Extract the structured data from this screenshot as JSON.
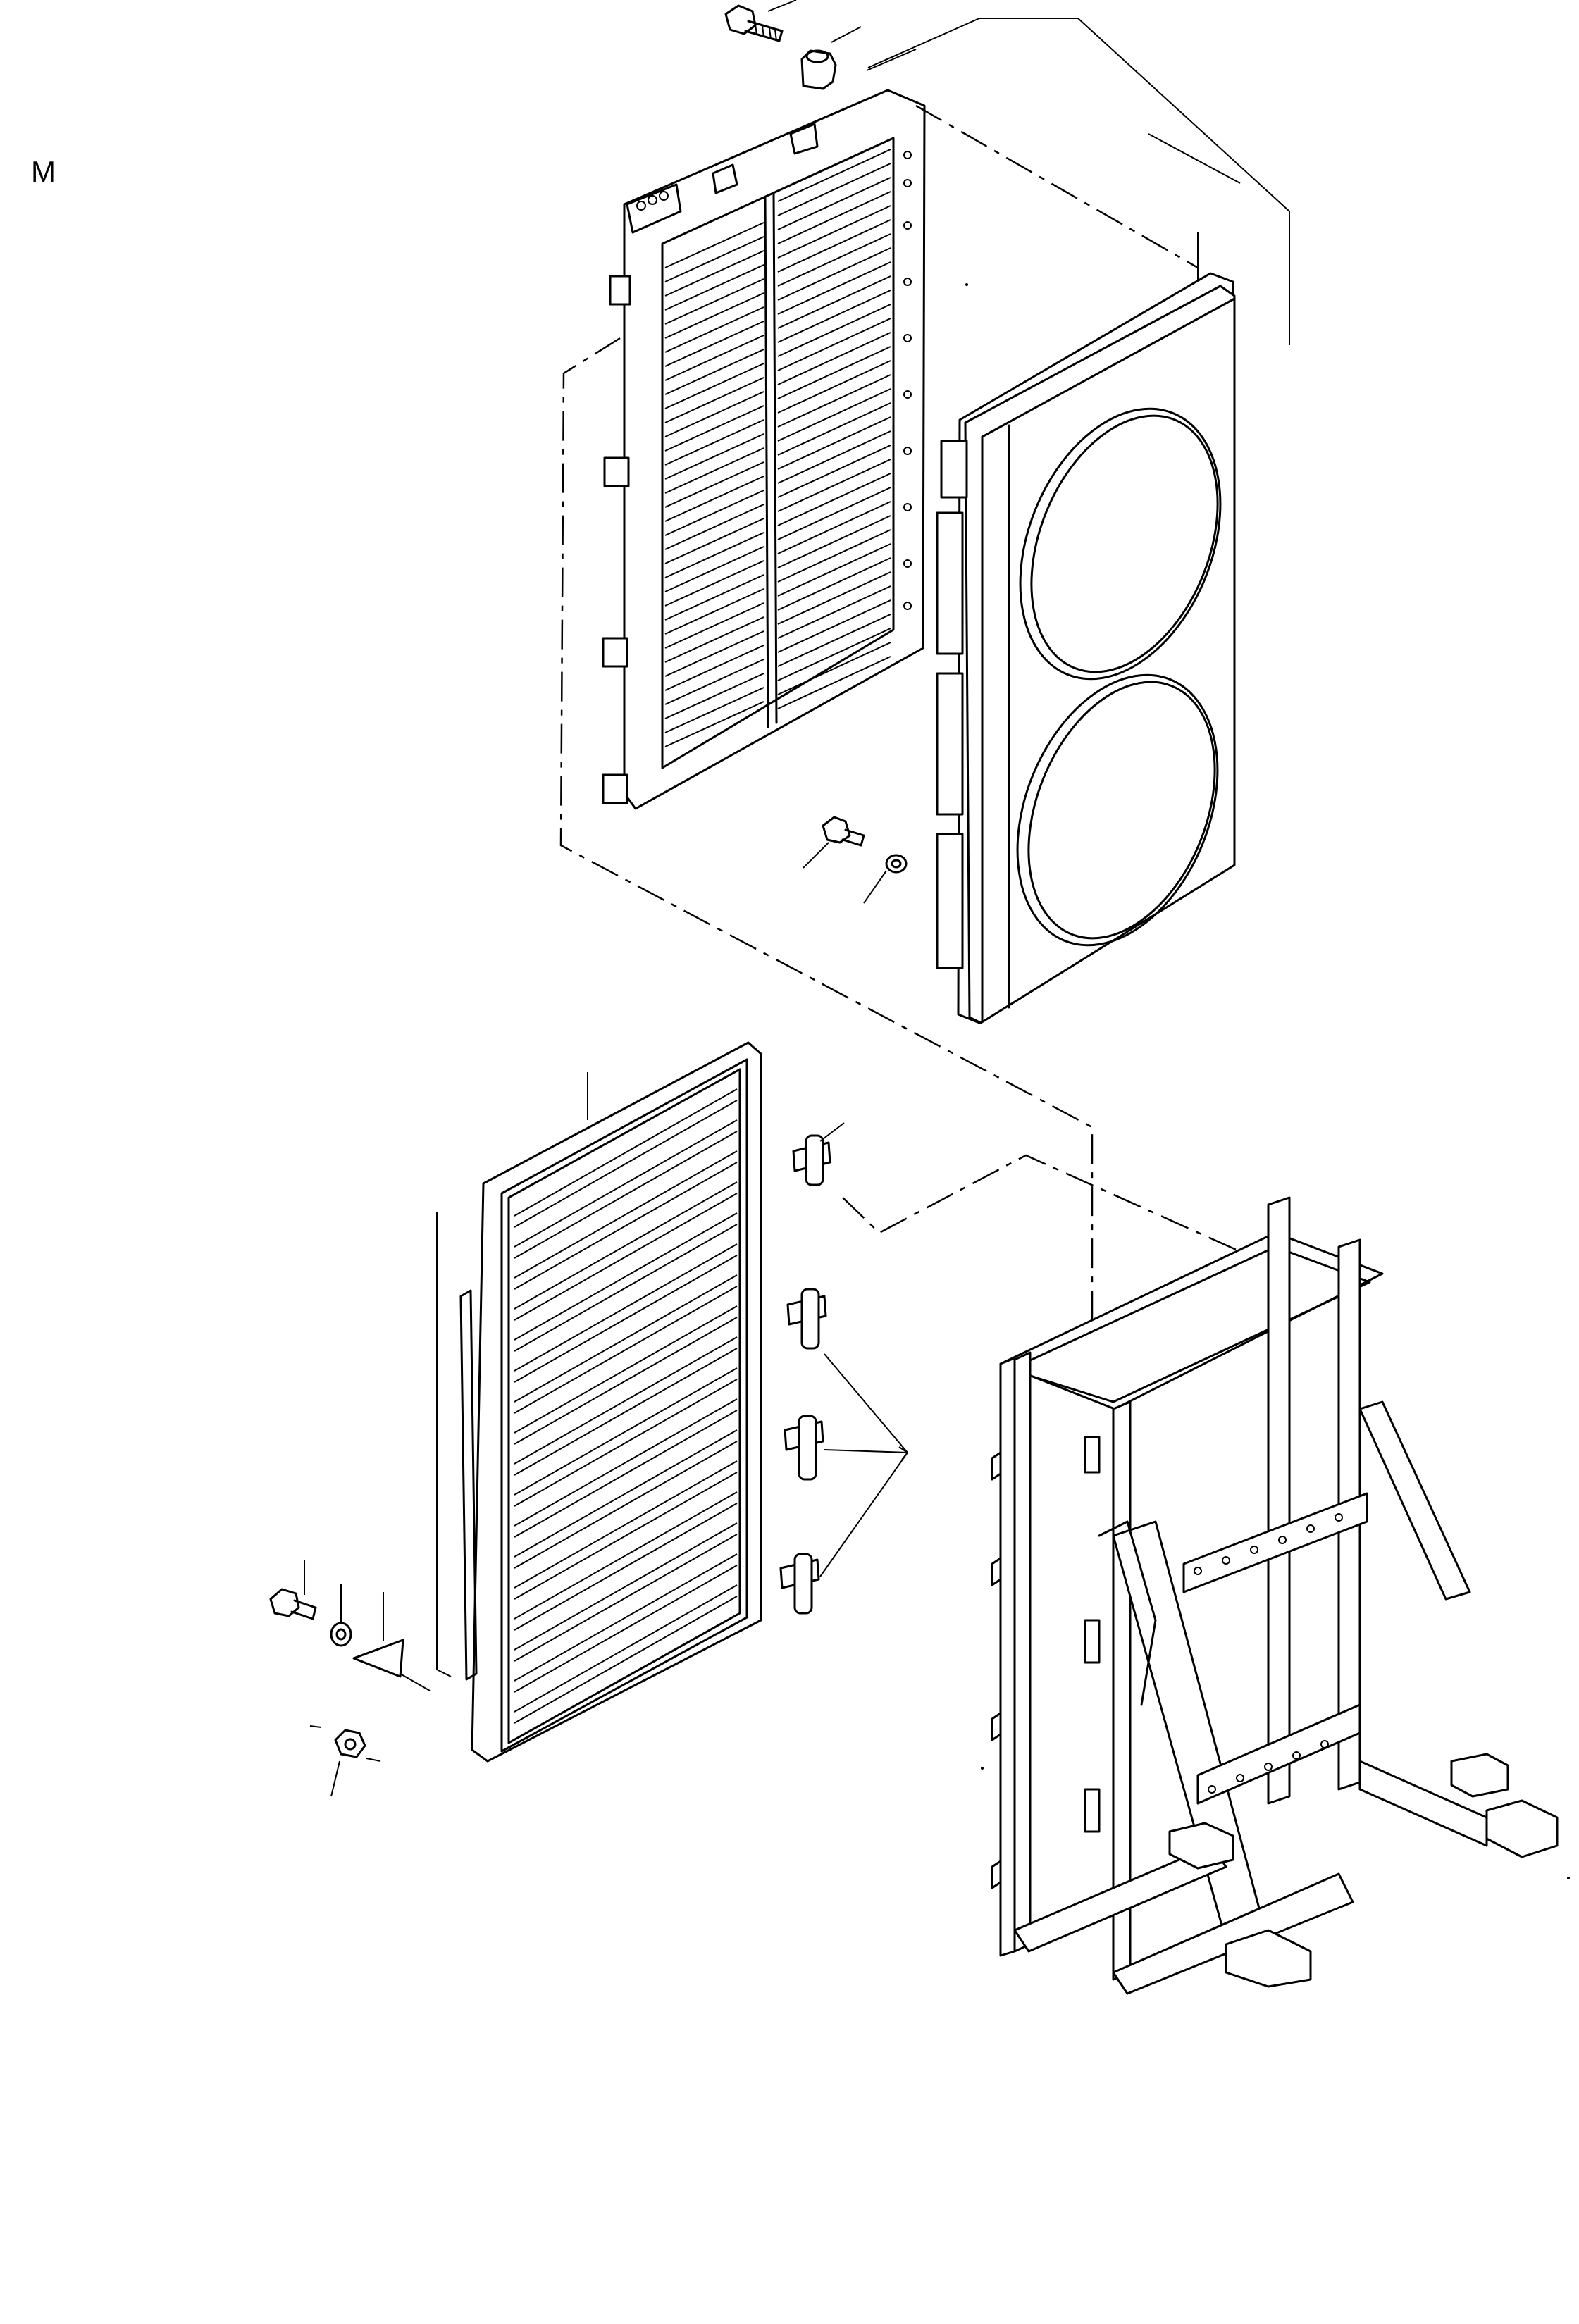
{
  "page": {
    "marker": "M"
  },
  "parts": [
    {
      "name": "radiator-core",
      "icon": "radiator-icon"
    },
    {
      "name": "fan-shroud",
      "icon": "fan-shroud-icon"
    },
    {
      "name": "front-grille",
      "icon": "grille-icon"
    },
    {
      "name": "support-frame",
      "icon": "frame-icon"
    },
    {
      "name": "hinge",
      "icon": "hinge-icon"
    },
    {
      "name": "bolt",
      "icon": "bolt-icon"
    },
    {
      "name": "washer",
      "icon": "washer-icon"
    },
    {
      "name": "nut",
      "icon": "nut-icon"
    },
    {
      "name": "spacer",
      "icon": "spacer-icon"
    },
    {
      "name": "latch-plate",
      "icon": "latch-plate-icon"
    }
  ]
}
